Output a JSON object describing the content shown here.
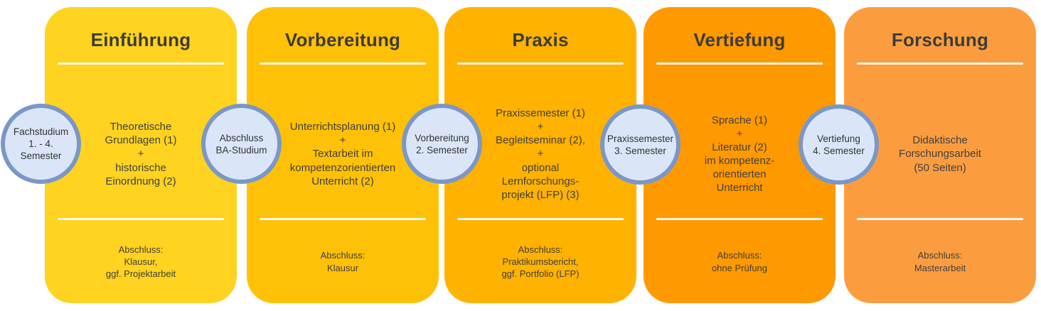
{
  "diagram": {
    "phases": [
      {
        "id": "einfuehrung",
        "title": "Einführung",
        "color": "#FFD320",
        "body": "Theoretische\nGrundlagen (1)\n+\nhistorische\nEinordnung (2)",
        "footer": "Abschluss:\nKlausur,\nggf. Projektarbeit"
      },
      {
        "id": "vorbereitung",
        "title": "Vorbereitung",
        "color": "#FFC107",
        "body": "Unterrichtsplanung (1)\n+\nTextarbeit im\nkompetenzorientierten\nUnterricht (2)",
        "footer": "Abschluss:\nKlausur"
      },
      {
        "id": "praxis",
        "title": "Praxis",
        "color": "#FFB200",
        "body": "Praxissemester (1)\n+\nBegleitseminar (2),\n+\noptional\nLernforschungs-\nprojekt (LFP) (3)",
        "footer": "Abschluss:\nPraktikumsbericht,\nggf. Portfolio (LFP)"
      },
      {
        "id": "vertiefung",
        "title": "Vertiefung",
        "color": "#FF9900",
        "body": "Sprache (1)\n+\nLiteratur (2)\nim kompetenz-\norientierten\nUnterricht",
        "footer": "Abschluss:\nohne Prüfung"
      },
      {
        "id": "forschung",
        "title": "Forschung",
        "color": "#FB9D3F",
        "body": "Didaktische\nForschungsarbeit\n(50 Seiten)",
        "footer": "Abschluss:\nMasterarbeit"
      }
    ],
    "milestones": [
      {
        "label": "Fachstudium\n1. - 4.\nSemester"
      },
      {
        "label": "Abschluss\nBA-Studium"
      },
      {
        "label": "Vorbereitung\n2. Semester"
      },
      {
        "label": "Praxissemester\n3. Semester"
      },
      {
        "label": "Vertiefung\n4. Semester"
      }
    ],
    "colors": {
      "circle_fill": "#DAE6F8",
      "circle_border": "#7B97C7",
      "divider": "#FFFFFF",
      "title_text": "#3C3C3B",
      "body_text": "#404040"
    }
  }
}
